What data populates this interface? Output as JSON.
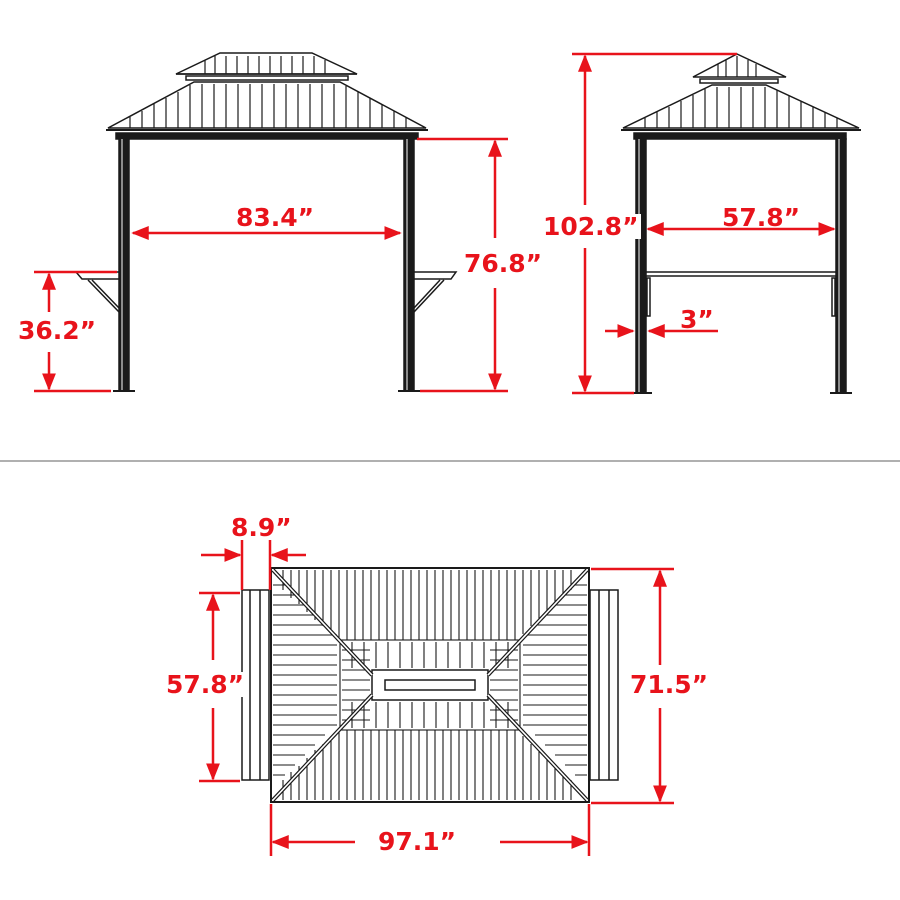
{
  "colors": {
    "dimension": "#e8131b",
    "structure": "#1a1a1a",
    "divider": "#b0b0b0",
    "background": "#ffffff"
  },
  "views": {
    "front": {
      "name": "front-elevation",
      "dimensions": {
        "width_between_posts": "83.4”",
        "post_height": "76.8”",
        "shelf_height": "36.2”"
      }
    },
    "side": {
      "name": "side-elevation",
      "dimensions": {
        "total_height": "102.8”",
        "width_between_posts": "57.8”",
        "post_width": "3”"
      }
    },
    "top": {
      "name": "top-plan",
      "dimensions": {
        "shelf_depth": "8.9”",
        "frame_depth": "57.8”",
        "roof_depth": "71.5”",
        "roof_length": "97.1”"
      }
    }
  }
}
